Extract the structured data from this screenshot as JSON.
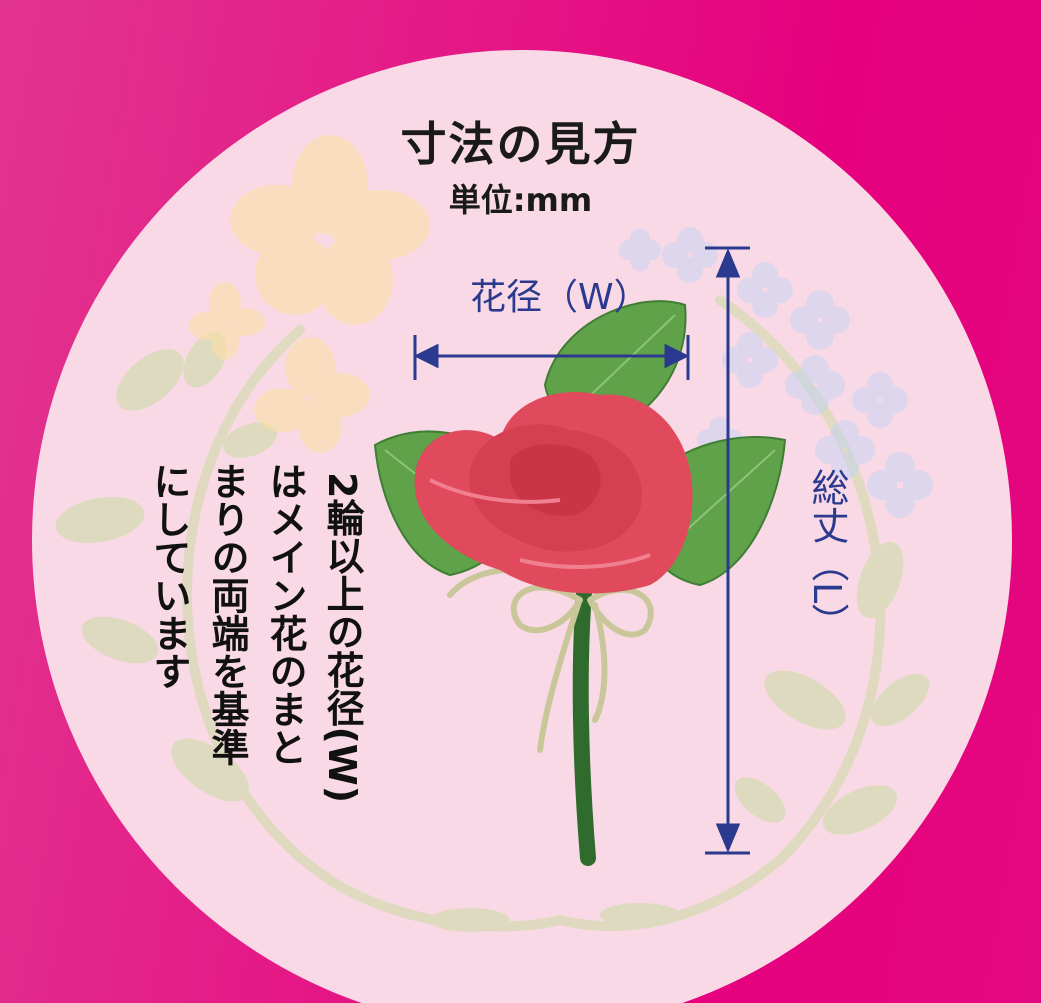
{
  "title": "寸法の見方",
  "unit": "単位:mm",
  "width_label": "花径（W）",
  "length_label": "総丈（L）",
  "note_lines": [
    "2輪以上の花径(W)",
    "はメイン花のまと",
    "まりの両端を基準",
    "にしています"
  ],
  "colors": {
    "background": "#e6007e",
    "circle": "#f9d9e6",
    "dimension_line": "#2b3a8f",
    "rose": "#e04a5c",
    "leaf": "#5fa24a"
  }
}
